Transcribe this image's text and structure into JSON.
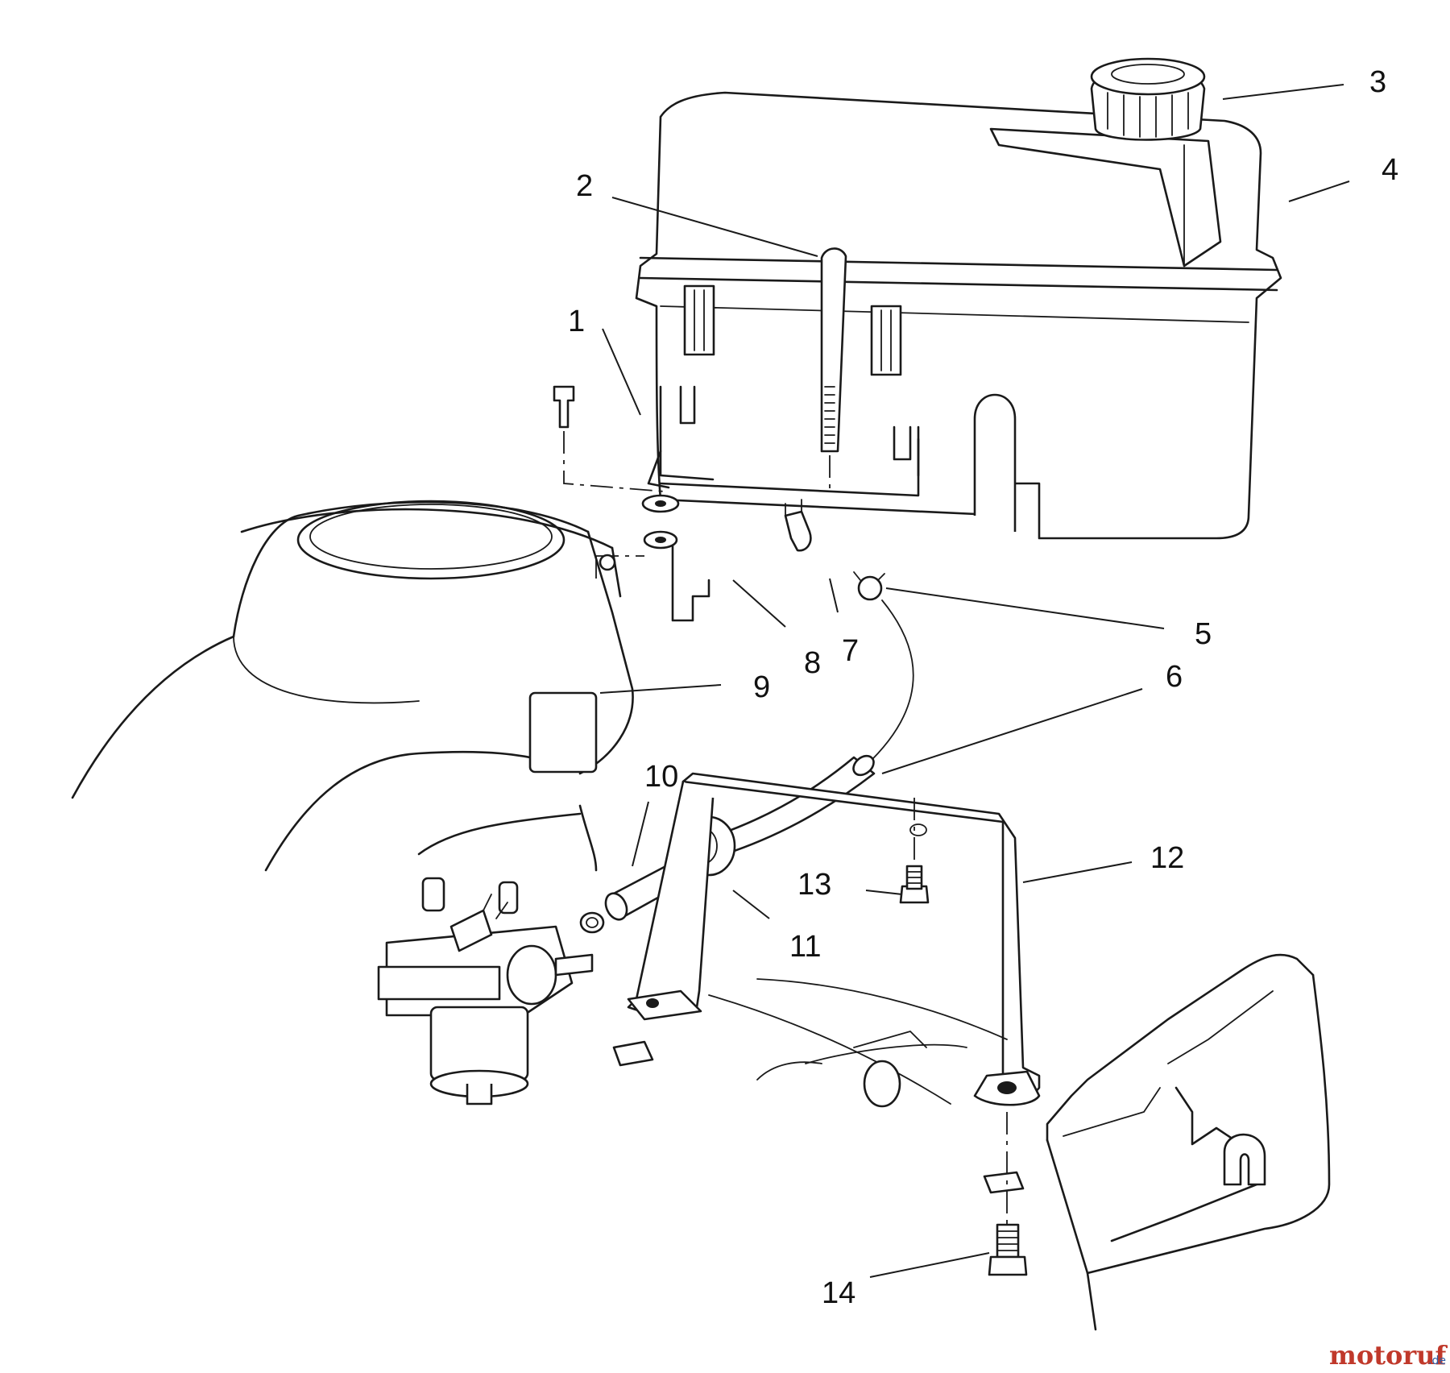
{
  "callouts": [
    {
      "id": "1",
      "label": "1"
    },
    {
      "id": "2",
      "label": "2"
    },
    {
      "id": "3",
      "label": "3"
    },
    {
      "id": "4",
      "label": "4"
    },
    {
      "id": "5",
      "label": "5"
    },
    {
      "id": "6",
      "label": "6"
    },
    {
      "id": "7",
      "label": "7"
    },
    {
      "id": "8",
      "label": "8"
    },
    {
      "id": "9",
      "label": "9"
    },
    {
      "id": "10",
      "label": "10"
    },
    {
      "id": "11",
      "label": "11"
    },
    {
      "id": "12",
      "label": "12"
    },
    {
      "id": "13",
      "label": "13"
    },
    {
      "id": "14",
      "label": "14"
    }
  ],
  "watermark": {
    "brand": "motoruf",
    "suffix": ".de",
    "brand_color": "#c0392b",
    "accent_color": "#2e5fa8"
  }
}
